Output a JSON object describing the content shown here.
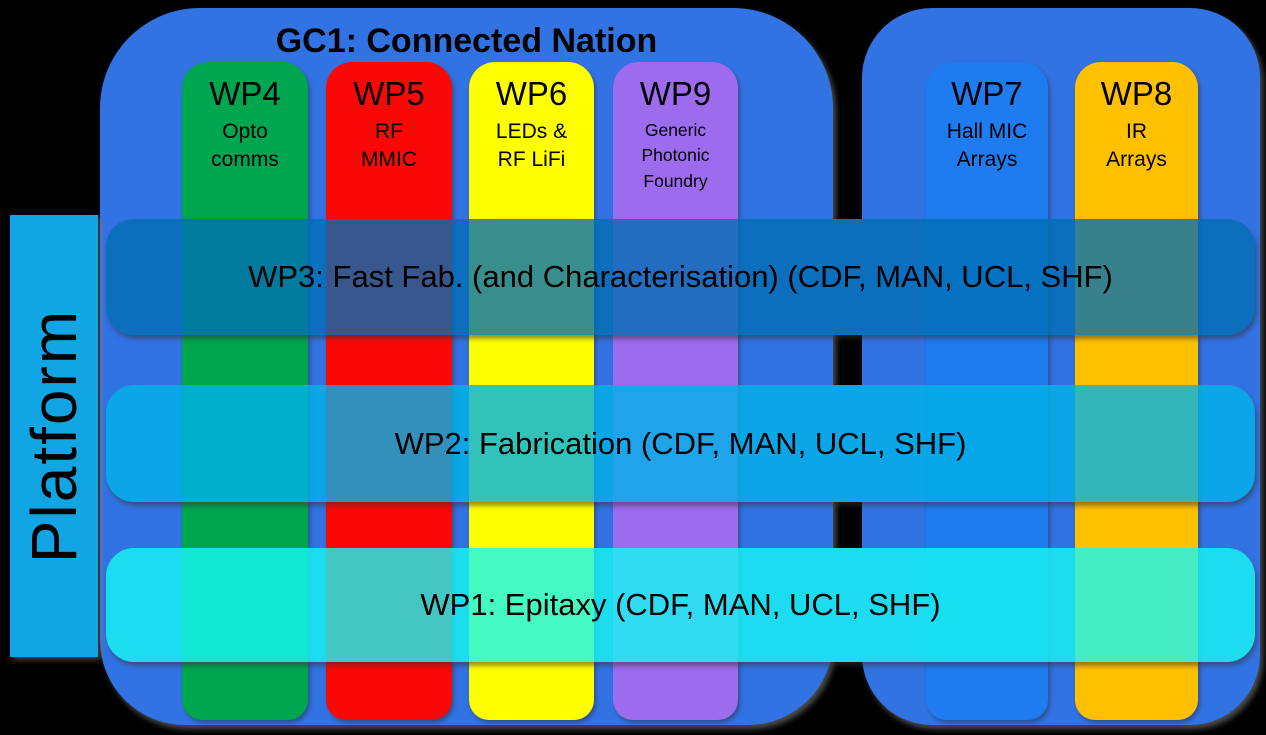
{
  "colors": {
    "background": "#000000",
    "container_blue": "#3273E4",
    "platform": "#12A5E4"
  },
  "platform": {
    "label": "Platform"
  },
  "gc1": {
    "title": "GC1: Connected Nation"
  },
  "columns": [
    {
      "id": "WP4",
      "title": "WP4",
      "subtitle": "Opto\ncomms",
      "color": "#00A54F"
    },
    {
      "id": "WP5",
      "title": "WP5",
      "subtitle": "RF\nMMIC",
      "color": "#FA0707"
    },
    {
      "id": "WP6",
      "title": "WP6",
      "subtitle": "LEDs &\nRF LiFi",
      "color": "#FFFF00"
    },
    {
      "id": "WP9",
      "title": "WP9",
      "subtitle": "Generic\nPhotonic\nFoundry",
      "color": "#9C6BEE"
    },
    {
      "id": "WP7",
      "title": "WP7",
      "subtitle": "Hall MIC\nArrays",
      "color": "#1F7BF0"
    },
    {
      "id": "WP8",
      "title": "WP8",
      "subtitle": "IR\nArrays",
      "color": "#FFC000"
    }
  ],
  "bars": [
    {
      "id": "WP3",
      "label": "WP3: Fast Fab. (and Characterisation) (CDF, MAN, UCL, SHF)",
      "color": "rgba(0,110,180,0.78)"
    },
    {
      "id": "WP2",
      "label": "WP2: Fabrication (CDF, MAN, UCL, SHF)",
      "color": "rgba(0,179,231,0.80)"
    },
    {
      "id": "WP1",
      "label": "WP1: Epitaxy (CDF, MAN, UCL, SHF)",
      "color": "rgba(22,248,242,0.80)"
    }
  ]
}
